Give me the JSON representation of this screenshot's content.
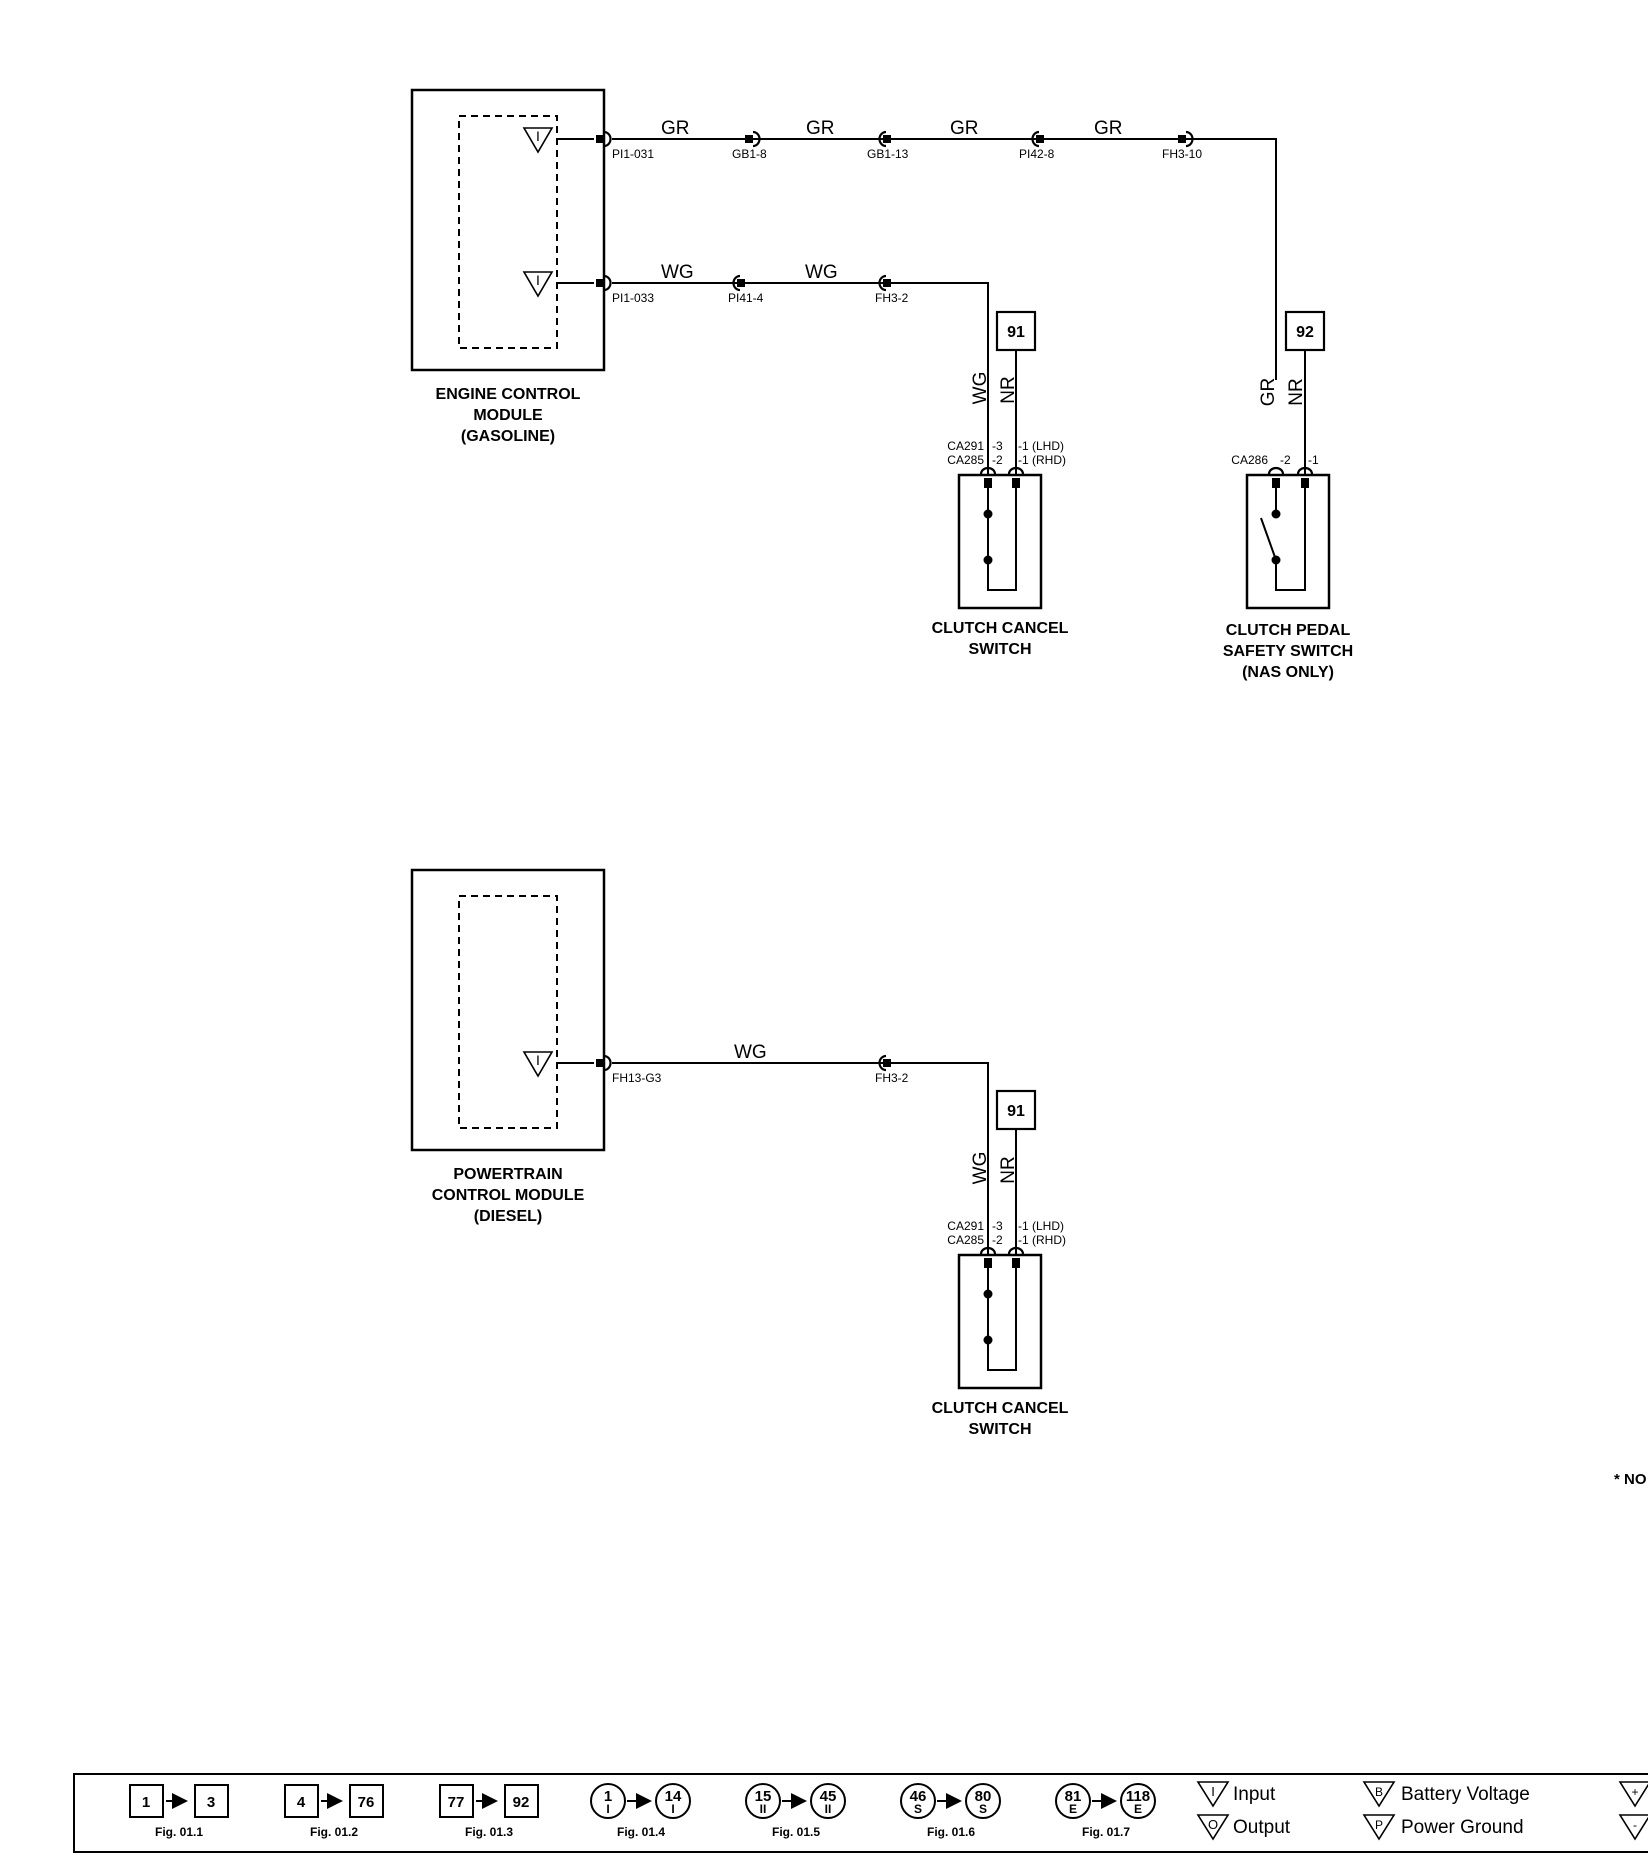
{
  "components": {
    "ecm": [
      "ENGINE CONTROL",
      "MODULE",
      "(GASOLINE)"
    ],
    "pcm": [
      "POWERTRAIN",
      "CONTROL MODULE",
      "(DIESEL)"
    ],
    "clutch_cancel_top": [
      "CLUTCH CANCEL",
      "SWITCH"
    ],
    "clutch_pedal": [
      "CLUTCH PEDAL",
      "SAFETY SWITCH",
      "(NAS ONLY)"
    ],
    "clutch_cancel_bottom": [
      "CLUTCH CANCEL",
      "SWITCH"
    ]
  },
  "module_pin_symbol": "I",
  "wire_colors": {
    "gr": "GR",
    "wg": "WG",
    "nr": "NR"
  },
  "connectors": {
    "pi1_031": "PI1-031",
    "gb1_8": "GB1-8",
    "gb1_13": "GB1-13",
    "pi42_8": "PI42-8",
    "fh3_10": "FH3-10",
    "pi1_033": "PI1-033",
    "pi41_4": "PI41-4",
    "fh3_2": "FH3-2",
    "fh13_g3": "FH13-G3",
    "fh3_2_b": "FH3-2"
  },
  "switch_pins": {
    "ca291": "CA291",
    "ca285": "CA285",
    "p3": "-3",
    "p2": "-2",
    "lhd": "-1 (LHD)",
    "rhd": "-1 (RHD)",
    "ca286": "CA286",
    "ca286_p2": "-2",
    "ca286_p1": "-1"
  },
  "refs": {
    "r91_top": "91",
    "r92": "92",
    "r91_bottom": "91"
  },
  "note_fragment": "* NO",
  "legend": {
    "boxes": [
      {
        "from": "1",
        "to": "3",
        "fig": "Fig. 01.1"
      },
      {
        "from": "4",
        "to": "76",
        "fig": "Fig. 01.2"
      },
      {
        "from": "77",
        "to": "92",
        "fig": "Fig. 01.3"
      }
    ],
    "circles": [
      {
        "from": "1",
        "from_sub": "I",
        "to": "14",
        "to_sub": "I",
        "fig": "Fig. 01.4"
      },
      {
        "from": "15",
        "from_sub": "II",
        "to": "45",
        "to_sub": "II",
        "fig": "Fig. 01.5"
      },
      {
        "from": "46",
        "from_sub": "S",
        "to": "80",
        "to_sub": "S",
        "fig": "Fig. 01.6"
      },
      {
        "from": "81",
        "from_sub": "E",
        "to": "118",
        "to_sub": "E",
        "fig": "Fig. 01.7"
      }
    ],
    "symbols": {
      "input": {
        "glyph": "I",
        "label": "Input"
      },
      "output": {
        "glyph": "O",
        "label": "Output"
      },
      "battery": {
        "glyph": "B",
        "label": "Battery Voltage"
      },
      "ground": {
        "glyph": "P",
        "label": "Power Ground"
      },
      "edge_plus": "+",
      "edge_minus": "-"
    }
  }
}
